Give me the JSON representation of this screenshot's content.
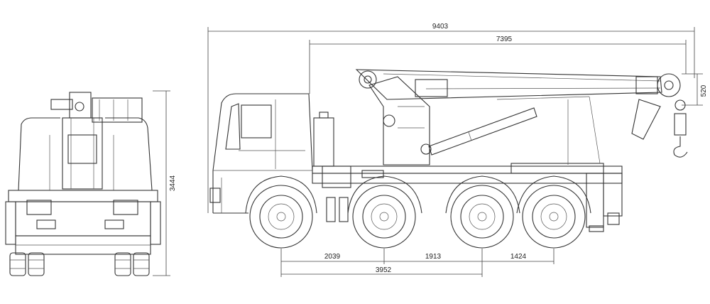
{
  "colors": {
    "line": "#333333",
    "background": "#ffffff"
  },
  "dimensions": {
    "overall_length": "9403",
    "boom_length": "7395",
    "boom_head_offset": "520",
    "front_view_height": "3444",
    "axle_front_to_second": "2039",
    "axle_second_to_third": "1913",
    "axle_third_to_fourth": "1424",
    "axle_front_to_third": "3952"
  }
}
